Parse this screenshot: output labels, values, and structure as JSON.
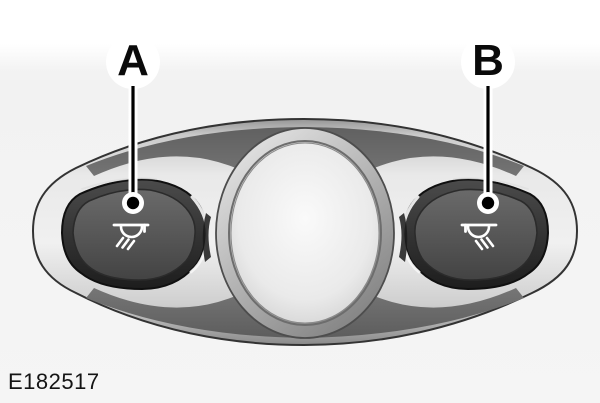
{
  "figure": {
    "code": "E182517",
    "description": "Overhead console interior lamp: central dome lens with left and right map lamp buttons"
  },
  "callouts": {
    "a": {
      "label": "A",
      "points_to": "left map lamp button"
    },
    "b": {
      "label": "B",
      "points_to": "right map lamp button"
    }
  },
  "buttons": {
    "left": {
      "icon": "interior-lamp-icon"
    },
    "right": {
      "icon": "interior-lamp-icon-mirrored"
    }
  },
  "colors": {
    "background_band": "#f2f2f2",
    "housing_light": "#ececec",
    "housing_edge": "#8f8f8f",
    "shade_band": "#6e6e6e",
    "button_recess": "#222222",
    "button_face": "#545454",
    "lens": "#f3f3f3",
    "icon": "#ffffff",
    "callout": "#000000"
  }
}
